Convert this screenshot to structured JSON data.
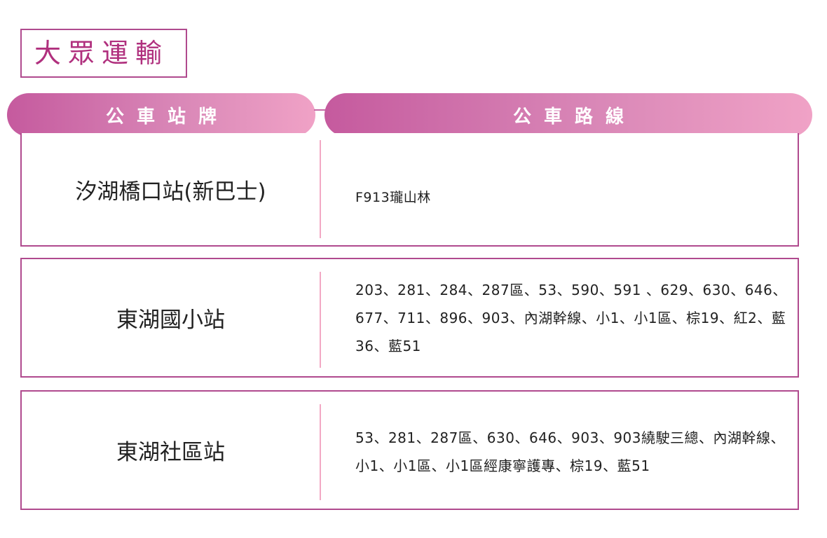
{
  "page": {
    "title": "大眾運輸"
  },
  "header": {
    "stop_label": "公車站牌",
    "route_label": "公車路線"
  },
  "rows": [
    {
      "stop": "汐湖橋口站(新巴士)",
      "routes": "F913瓏山林"
    },
    {
      "stop": "東湖國小站",
      "routes": "203、281、284、287區、53、590、591 、629、630、646、677、711、896、903、內湖幹線、小1、小1區、棕19、紅2、藍36、藍51"
    },
    {
      "stop": "東湖社區站",
      "routes": "53、281、287區、630、646、903、903繞駛三總、內湖幹線、小1、小1區、小1區經康寧護專、棕19、藍51"
    }
  ],
  "colors": {
    "accent": "#b0307e",
    "border": "#b04a8e",
    "gradient_start": "#c55a9e",
    "gradient_end": "#f0a2c6",
    "divider": "#f2a8c4"
  }
}
